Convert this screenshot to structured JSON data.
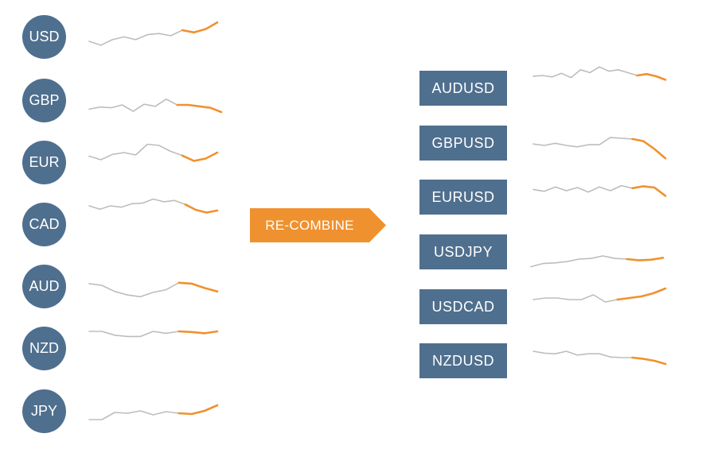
{
  "colors": {
    "box": "#4f6f8e",
    "history": "#bdbdbd",
    "recent": "#f0912f",
    "arrow": "#f0912f"
  },
  "currencies": [
    {
      "code": "USD",
      "history": [
        60,
        67,
        57,
        52,
        57,
        48,
        46,
        50,
        40
      ],
      "recent": [
        40,
        44,
        38,
        26
      ]
    },
    {
      "code": "GBP",
      "history": [
        86,
        83,
        84,
        80,
        89,
        79,
        82,
        72,
        80
      ],
      "recent": [
        80,
        80,
        82,
        84,
        90
      ]
    },
    {
      "code": "EUR",
      "history": [
        62,
        68,
        59,
        56,
        60,
        42,
        44,
        54,
        61
      ],
      "recent": [
        61,
        70,
        66,
        56
      ]
    },
    {
      "code": "CAD",
      "history": [
        40,
        45,
        40,
        42,
        37,
        36,
        30,
        34,
        32,
        38
      ],
      "recent": [
        38,
        46,
        50,
        47
      ]
    },
    {
      "code": "AUD",
      "history": [
        79,
        81,
        88,
        92,
        94,
        89,
        86,
        78
      ],
      "recent": [
        78,
        79,
        84,
        88
      ]
    },
    {
      "code": "NZD",
      "history": [
        40,
        40,
        46,
        48,
        48,
        40,
        43,
        40
      ],
      "recent": [
        40,
        41,
        43,
        40
      ]
    },
    {
      "code": "JPY",
      "history": [
        88,
        88,
        79,
        80,
        77,
        82,
        78,
        80
      ],
      "recent": [
        80,
        81,
        77,
        70
      ]
    }
  ],
  "action": {
    "label": "RE-COMBINE"
  },
  "pairs": [
    {
      "code": "AUDUSD",
      "history": [
        51,
        50,
        52,
        47,
        53,
        42,
        46,
        38,
        44,
        42,
        46,
        50
      ],
      "recent": [
        50,
        48,
        51,
        56
      ]
    },
    {
      "code": "GBPUSD",
      "history": [
        68,
        70,
        67,
        70,
        72,
        69,
        69,
        59,
        60,
        61
      ],
      "recent": [
        61,
        64,
        75,
        88
      ]
    },
    {
      "code": "EURUSD",
      "history": [
        48,
        51,
        44,
        50,
        45,
        52,
        44,
        50,
        42,
        46
      ],
      "recent": [
        46,
        43,
        45,
        58
      ]
    },
    {
      "code": "USDJPY",
      "history": [
        82,
        77,
        76,
        74,
        70,
        69,
        65,
        69,
        70
      ],
      "recent": [
        70,
        72,
        71,
        68
      ]
    },
    {
      "code": "USDCAD",
      "history": [
        52,
        50,
        50,
        52,
        52,
        46,
        55,
        52
      ],
      "recent": [
        52,
        50,
        48,
        44,
        38
      ]
    },
    {
      "code": "NZDUSD",
      "history": [
        40,
        43,
        44,
        40,
        46,
        44,
        44,
        49,
        50,
        50
      ],
      "recent": [
        50,
        52,
        55,
        60
      ]
    }
  ]
}
